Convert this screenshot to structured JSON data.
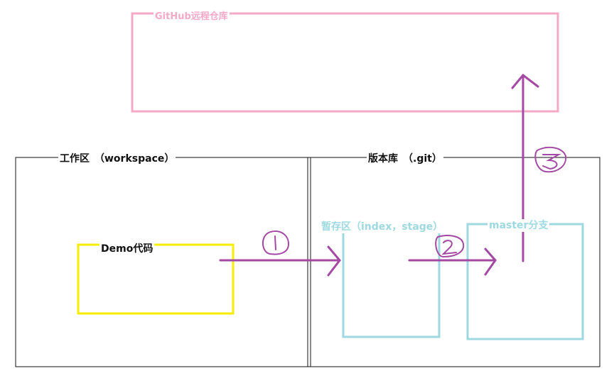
{
  "labels": {
    "github_remote": "GitHub远程仓库",
    "workspace": "工作区　（workspace）",
    "repository": "版本库　（.git）",
    "demo_code": "Demo代码",
    "stage_area": "暂存区（index，stage）",
    "master_branch": "master分支"
  },
  "colors": {
    "pink": "#f4a9c6",
    "yellow": "#f5ee00",
    "cyan": "#9ed9e2",
    "purple": "#a349a4",
    "black": "#111111"
  }
}
